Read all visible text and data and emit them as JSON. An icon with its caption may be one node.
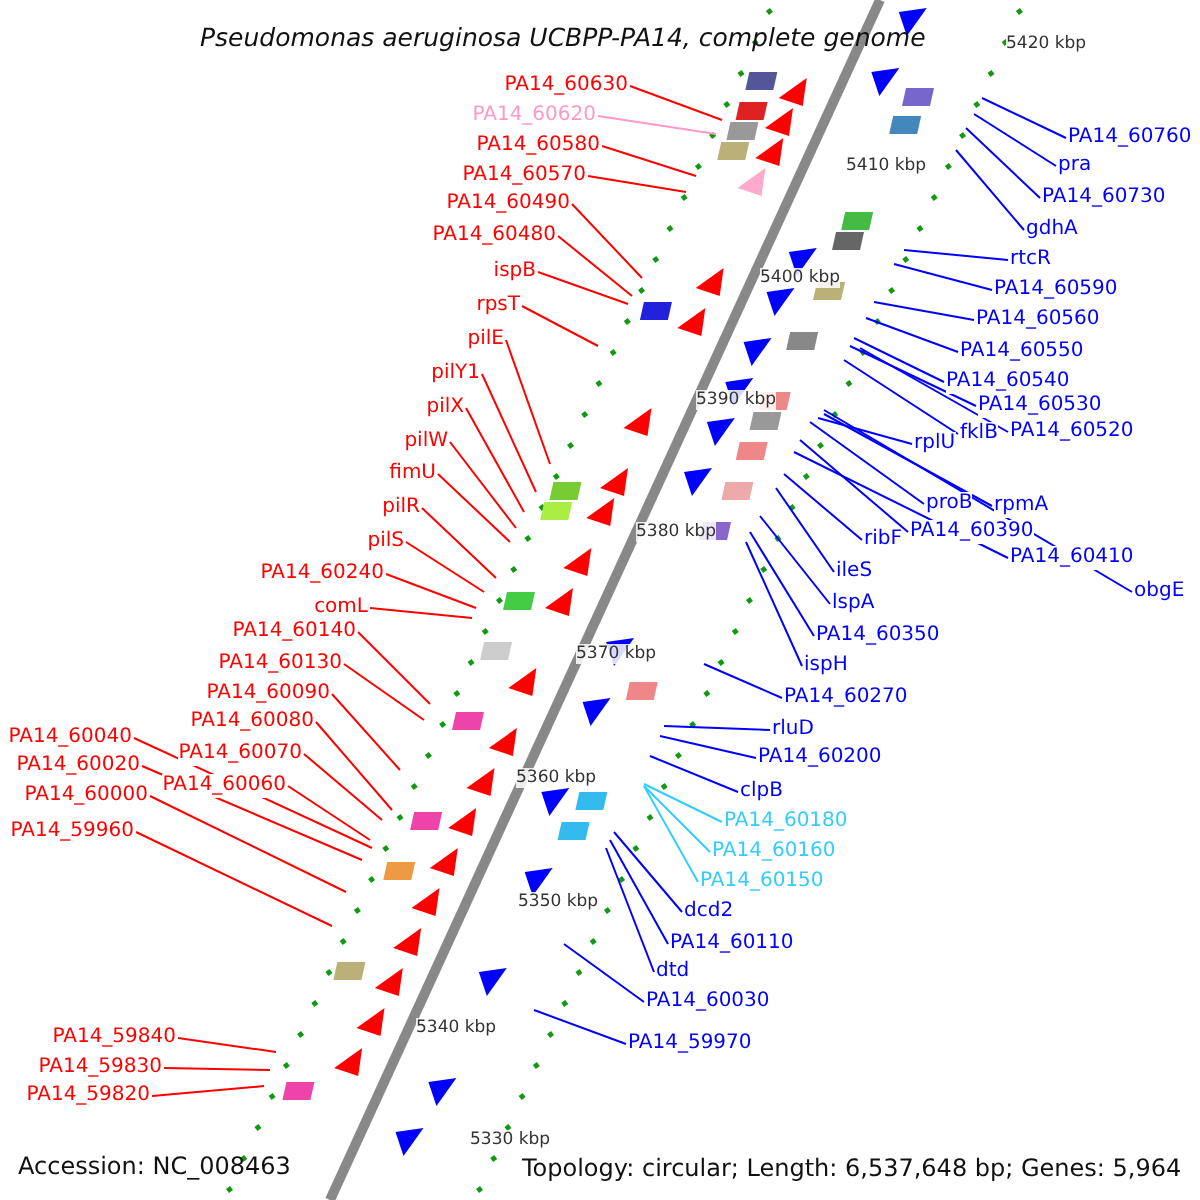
{
  "diagram": {
    "title": "Pseudomonas aeruginosa UCBPP-PA14, complete genome",
    "nodes": [
      {
        "text": [
          "PA14_60630"
        ]
      },
      {
        "text": [
          "PA14_60620"
        ]
      },
      {
        "text": [
          "PA14_60580"
        ]
      },
      {
        "text": [
          "PA14_60570"
        ]
      },
      {
        "text": [
          "PA14_60490"
        ]
      },
      {
        "text": [
          "PA14_60480"
        ]
      },
      {
        "text": [
          "ispB"
        ]
      },
      {
        "text": [
          "rpsT"
        ]
      },
      {
        "text": [
          "pilE"
        ]
      },
      {
        "text": [
          "pilY1"
        ]
      },
      {
        "text": [
          "pilX"
        ]
      },
      {
        "text": [
          "pilW"
        ]
      },
      {
        "text": [
          "fimU"
        ]
      },
      {
        "text": [
          "pilR"
        ]
      },
      {
        "text": [
          "pilS"
        ]
      },
      {
        "text": [
          "PA14_60240"
        ]
      },
      {
        "text": [
          "comL"
        ]
      },
      {
        "text": [
          "PA14_60140"
        ]
      },
      {
        "text": [
          "PA14_60130"
        ]
      },
      {
        "text": [
          "PA14_60090"
        ]
      },
      {
        "text": [
          "PA14_60080"
        ]
      },
      {
        "text": [
          "PA14_60040"
        ]
      },
      {
        "text": [
          "PA14_60070"
        ]
      },
      {
        "text": [
          "PA14_60020"
        ]
      },
      {
        "text": [
          "PA14_60060"
        ]
      },
      {
        "text": [
          "PA14_60000"
        ]
      },
      {
        "text": [
          "PA14_59960"
        ]
      },
      {
        "text": [
          "PA14_59840"
        ]
      },
      {
        "text": [
          "PA14_59830"
        ]
      },
      {
        "text": [
          "PA14_59820"
        ]
      },
      {
        "text": [
          "PA14_60760"
        ]
      },
      {
        "text": [
          "pra"
        ]
      },
      {
        "text": [
          "PA14_60730"
        ]
      },
      {
        "text": [
          "gdhA"
        ]
      },
      {
        "text": [
          "rtcR"
        ]
      },
      {
        "text": [
          "PA14_60590"
        ]
      },
      {
        "text": [
          "PA14_60560"
        ]
      },
      {
        "text": [
          "PA14_60550"
        ]
      },
      {
        "text": [
          "PA14_60540"
        ]
      },
      {
        "text": [
          "PA14_60530"
        ]
      },
      {
        "text": [
          "fklB"
        ]
      },
      {
        "text": [
          "PA14_60520"
        ]
      },
      {
        "text": [
          "rplU"
        ]
      },
      {
        "text": [
          "proB"
        ]
      },
      {
        "text": [
          "rpmA"
        ]
      },
      {
        "text": [
          "PA14_60390"
        ]
      },
      {
        "text": [
          "ribF"
        ]
      },
      {
        "text": [
          "PA14_60410"
        ]
      },
      {
        "text": [
          "ileS"
        ]
      },
      {
        "text": [
          "obgE"
        ]
      },
      {
        "text": [
          "lspA"
        ]
      },
      {
        "text": [
          "PA14_60350"
        ]
      },
      {
        "text": [
          "ispH"
        ]
      },
      {
        "text": [
          "PA14_60270"
        ]
      },
      {
        "text": [
          "rluD"
        ]
      },
      {
        "text": [
          "PA14_60200"
        ]
      },
      {
        "text": [
          "clpB"
        ]
      },
      {
        "text": [
          "PA14_60180"
        ]
      },
      {
        "text": [
          "PA14_60160"
        ]
      },
      {
        "text": [
          "PA14_60150"
        ]
      },
      {
        "text": [
          "dcd2"
        ]
      },
      {
        "text": [
          "PA14_60110"
        ]
      },
      {
        "text": [
          "dtd"
        ]
      },
      {
        "text": [
          "PA14_60030"
        ]
      },
      {
        "text": [
          "PA14_59970"
        ]
      }
    ],
    "edges": [
      {
        "from": 0,
        "to": null,
        "arrow": "none",
        "color": "#ff0000"
      },
      {
        "from": 1,
        "to": null,
        "arrow": "none",
        "color": "#ff99cc"
      },
      {
        "from": 2,
        "to": null,
        "arrow": "none",
        "color": "#ff0000"
      },
      {
        "from": 3,
        "to": null,
        "arrow": "none",
        "color": "#ff0000"
      },
      {
        "from": 4,
        "to": null,
        "arrow": "none",
        "color": "#ff0000"
      },
      {
        "from": 5,
        "to": null,
        "arrow": "none",
        "color": "#ff0000"
      },
      {
        "from": 6,
        "to": null,
        "arrow": "none",
        "color": "#ff0000"
      },
      {
        "from": 7,
        "to": null,
        "arrow": "none",
        "color": "#ff0000"
      },
      {
        "from": 8,
        "to": null,
        "arrow": "none",
        "color": "#ff0000"
      },
      {
        "from": 9,
        "to": null,
        "arrow": "none",
        "color": "#ff0000"
      },
      {
        "from": 10,
        "to": null,
        "arrow": "none",
        "color": "#ff0000"
      },
      {
        "from": 11,
        "to": null,
        "arrow": "none",
        "color": "#ff0000"
      },
      {
        "from": 12,
        "to": null,
        "arrow": "none",
        "color": "#ff0000"
      },
      {
        "from": 13,
        "to": null,
        "arrow": "none",
        "color": "#ff0000"
      },
      {
        "from": 14,
        "to": null,
        "arrow": "none",
        "color": "#ff0000"
      },
      {
        "from": 15,
        "to": null,
        "arrow": "none",
        "color": "#ff0000"
      },
      {
        "from": 16,
        "to": null,
        "arrow": "none",
        "color": "#ff0000"
      },
      {
        "from": 17,
        "to": null,
        "arrow": "none",
        "color": "#ff0000"
      },
      {
        "from": 18,
        "to": null,
        "arrow": "none",
        "color": "#ff0000"
      },
      {
        "from": 19,
        "to": null,
        "arrow": "none",
        "color": "#ff0000"
      },
      {
        "from": 20,
        "to": null,
        "arrow": "none",
        "color": "#ff0000"
      },
      {
        "from": 21,
        "to": null,
        "arrow": "none",
        "color": "#ff0000"
      },
      {
        "from": 22,
        "to": null,
        "arrow": "none",
        "color": "#ff0000"
      },
      {
        "from": 23,
        "to": null,
        "arrow": "none",
        "color": "#ff0000"
      },
      {
        "from": 24,
        "to": null,
        "arrow": "none",
        "color": "#ff0000"
      },
      {
        "from": 25,
        "to": null,
        "arrow": "none",
        "color": "#ff0000"
      },
      {
        "from": 26,
        "to": null,
        "arrow": "none",
        "color": "#ff0000"
      },
      {
        "from": 27,
        "to": null,
        "arrow": "none",
        "color": "#ff0000"
      },
      {
        "from": 28,
        "to": null,
        "arrow": "none",
        "color": "#ff0000"
      },
      {
        "from": 29,
        "to": null,
        "arrow": "none",
        "color": "#ff0000"
      },
      {
        "from": 30,
        "to": null,
        "arrow": "none"
      },
      {
        "from": 31,
        "to": null,
        "arrow": "none"
      },
      {
        "from": 32,
        "to": null,
        "arrow": "none"
      },
      {
        "from": 33,
        "to": null,
        "arrow": "none"
      },
      {
        "from": 34,
        "to": null,
        "arrow": "none"
      },
      {
        "from": 35,
        "to": null,
        "arrow": "none"
      },
      {
        "from": 36,
        "to": null,
        "arrow": "none"
      },
      {
        "from": 37,
        "to": null,
        "arrow": "none"
      },
      {
        "from": 38,
        "to": null,
        "arrow": "none"
      },
      {
        "from": 39,
        "to": null,
        "arrow": "none"
      },
      {
        "from": 40,
        "to": null,
        "arrow": "none"
      },
      {
        "from": 41,
        "to": null,
        "arrow": "none"
      },
      {
        "from": 42,
        "to": null,
        "arrow": "none"
      },
      {
        "from": 43,
        "to": null,
        "arrow": "none"
      },
      {
        "from": 44,
        "to": null,
        "arrow": "none"
      },
      {
        "from": 45,
        "to": null,
        "arrow": "none"
      },
      {
        "from": 46,
        "to": null,
        "arrow": "none"
      },
      {
        "from": 47,
        "to": null,
        "arrow": "none"
      },
      {
        "from": 48,
        "to": null,
        "arrow": "none"
      },
      {
        "from": 49,
        "to": null,
        "arrow": "none"
      },
      {
        "from": 50,
        "to": null,
        "arrow": "none"
      },
      {
        "from": 51,
        "to": null,
        "arrow": "none"
      },
      {
        "from": 52,
        "to": null,
        "arrow": "none"
      },
      {
        "from": 53,
        "to": null,
        "arrow": "none"
      },
      {
        "from": 54,
        "to": null,
        "arrow": "none"
      },
      {
        "from": 55,
        "to": null,
        "arrow": "none"
      },
      {
        "from": 56,
        "to": null,
        "arrow": "none"
      },
      {
        "from": 57,
        "to": null,
        "arrow": "none",
        "color": "#33ccff"
      },
      {
        "from": 58,
        "to": null,
        "arrow": "none",
        "color": "#33ccff"
      },
      {
        "from": 59,
        "to": null,
        "arrow": "none",
        "color": "#33ccff"
      },
      {
        "from": 60,
        "to": null,
        "arrow": "none"
      },
      {
        "from": 61,
        "to": null,
        "arrow": "none"
      },
      {
        "from": 62,
        "to": null,
        "arrow": "none"
      },
      {
        "from": 63,
        "to": null,
        "arrow": "none"
      },
      {
        "from": 64,
        "to": null,
        "arrow": "none"
      }
    ],
    "labels": [
      "5420 kbp",
      "5410 kbp",
      "5400 kbp",
      "5390 kbp",
      "5380 kbp",
      "5370 kbp",
      "5360 kbp",
      "5350 kbp",
      "5340 kbp",
      "5330 kbp",
      "Accession: NC_008463",
      "Topology: circular; Length: 6,537,648 bp; Genes: 5,964"
    ]
  }
}
